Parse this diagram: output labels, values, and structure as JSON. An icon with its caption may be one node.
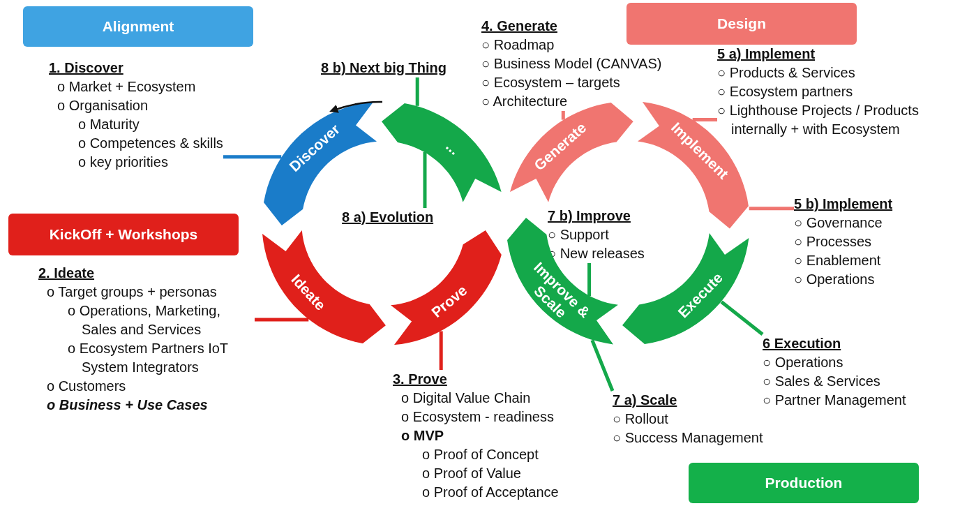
{
  "diagram": {
    "nodes": [
      {
        "text": [
          "Alignment"
        ]
      },
      {
        "text": [
          "1. Discover",
          "o Market + Ecosystem",
          "o Organisation",
          "o Maturity",
          "o Competences & skills",
          "o key priorities"
        ]
      },
      {
        "text": [
          "8 b) Next big Thing"
        ]
      },
      {
        "text": [
          "4. Generate",
          "○ Roadmap",
          "○ Business Model (CANVAS)",
          "○ Ecosystem – targets",
          "○ Architecture"
        ]
      },
      {
        "text": [
          "Design"
        ]
      },
      {
        "text": [
          "5 a) Implement",
          "○ Products & Services",
          "○ Ecosystem partners",
          "○ Lighthouse Projects / Products internally + with Ecosystem"
        ]
      },
      {
        "text": [
          "Discover"
        ]
      },
      {
        "text": [
          "..."
        ]
      },
      {
        "text": [
          "Generate"
        ]
      },
      {
        "text": [
          "Implement"
        ]
      },
      {
        "text": [
          "KickOff + Workshops"
        ]
      },
      {
        "text": [
          "8 a) Evolution"
        ]
      },
      {
        "text": [
          "7 b) Improve",
          "○ Support",
          "○ New releases"
        ]
      },
      {
        "text": [
          "5 b) Implement",
          "○ Governance",
          "○ Processes",
          "○ Enablement",
          "○ Operations"
        ]
      },
      {
        "text": [
          "Ideate"
        ]
      },
      {
        "text": [
          "Prove"
        ]
      },
      {
        "text": [
          "Improve & Scale"
        ]
      },
      {
        "text": [
          "Execute"
        ]
      },
      {
        "text": [
          "2. Ideate",
          "o Target groups + personas",
          "o Operations, Marketing, Sales and Services",
          "o Ecosystem Partners IoT System Integrators",
          "o Customers",
          "o Business + Use Cases"
        ]
      },
      {
        "text": [
          "6 Execution",
          "○ Operations",
          "○ Sales & Services",
          "○ Partner Management"
        ]
      },
      {
        "text": [
          "3. Prove",
          "o Digital Value Chain",
          "o Ecosystem - readiness",
          "o MVP",
          "o Proof of Concept",
          "o Proof of Value",
          "o Proof of Acceptance"
        ]
      },
      {
        "text": [
          "7 a) Scale",
          "○ Rollout",
          "○ Success Management"
        ]
      },
      {
        "text": [
          "Production"
        ]
      }
    ],
    "edges": [
      {
        "from": 1,
        "to": 6,
        "arrow": "none",
        "color": "#1a7cc9"
      },
      {
        "from": 2,
        "to": 7,
        "arrow": "none"
      },
      {
        "from": 11,
        "to": 7,
        "arrow": "none"
      },
      {
        "from": 3,
        "to": 8,
        "arrow": "none",
        "color": "#f07570"
      },
      {
        "from": 5,
        "to": 9,
        "arrow": "none",
        "color": "#f07570"
      },
      {
        "from": 13,
        "to": 9,
        "arrow": "none",
        "color": "#f07570"
      },
      {
        "from": 12,
        "to": 16,
        "arrow": "none"
      },
      {
        "from": 21,
        "to": 16,
        "arrow": "none"
      },
      {
        "from": 19,
        "to": 17,
        "arrow": "none"
      },
      {
        "from": 20,
        "to": 15,
        "arrow": "none",
        "color": "#e0201b"
      },
      {
        "from": 18,
        "to": 14,
        "arrow": "none",
        "color": "#e0201b"
      }
    ]
  }
}
